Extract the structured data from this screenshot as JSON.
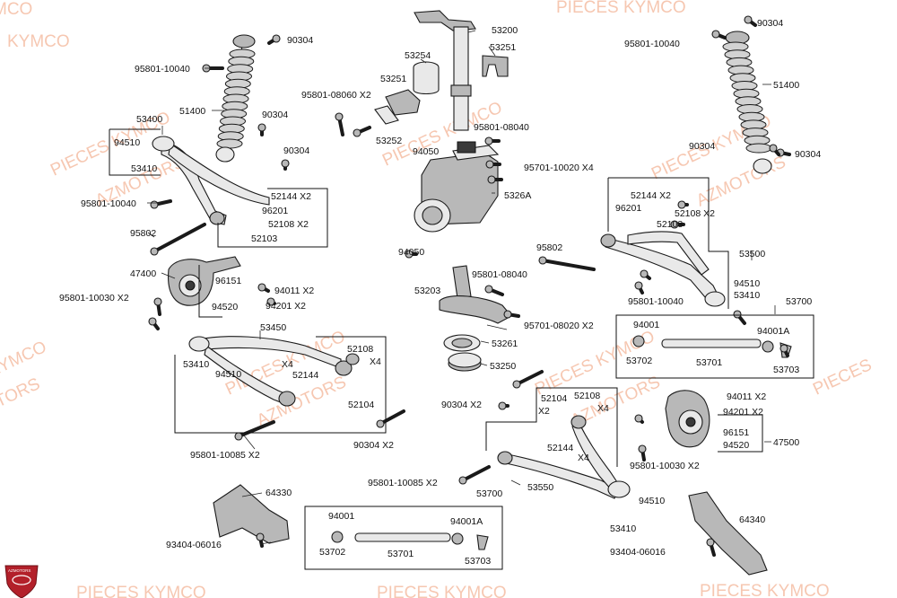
{
  "watermarks": {
    "kymco": "PIECES KYMCO",
    "azmotors": "AZMOTORS",
    "partial_kymco": "KYMCO",
    "partial_pieces": "PIECES",
    "partial_mco": "MCO",
    "partial_otors": "OTORS",
    "logo_caption": "AZMOTORS"
  },
  "labels": {
    "p90304_tl": "90304",
    "p95801_10040_tl": "95801-10040",
    "p51400_l": "51400",
    "p90304_l2": "90304",
    "p90304_l3": "90304",
    "p53400": "53400",
    "p94510_l": "94510",
    "p53410_l": "53410",
    "p95801_10040_l": "95801-10040",
    "p52144_l": "52144  X2",
    "p96201_l": "96201",
    "p52108_l": "52108  X2",
    "p52103_l": "52103",
    "p95802_l": "95802",
    "p47400": "47400",
    "p96151_l": "96151",
    "p94520_l": "94520",
    "p95801_10030_l": "95801-10030 X2",
    "p94011_l": "94011  X2",
    "p94201_l": "94201  X2",
    "p53450": "53450",
    "p53410_l2": "53410",
    "p94510_l2": "94510",
    "p52108_l2": "52108",
    "p_x4_a": "X4",
    "p_x4_b": "X4",
    "p52144_l2": "52144",
    "p52104_l": "52104",
    "p90304_l4": "90304  X2",
    "p95801_10085_l": "95801-10085 X2",
    "p64330": "64330",
    "p93404_l": "93404-06016",
    "p53200": "53200",
    "p53254": "53254",
    "p53251_a": "53251",
    "p53251_b": "53251",
    "p95801_08060": "95801-08060 X2",
    "p53252": "53252",
    "p95801_08040_a": "95801-08040",
    "p94050_a": "94050",
    "p95701_10020": "95701-10020 X4",
    "p5326a": "5326A",
    "p94050_b": "94050",
    "p95801_08040_b": "95801-08040",
    "p53203": "53203",
    "p95701_08020": "95701-08020 X2",
    "p53261": "53261",
    "p53250": "53250",
    "p90304_m": "90304  X2",
    "p52104_r": "52104",
    "p52108_r": "52108",
    "p_x2_r": "X2",
    "p_x4_r": "X4",
    "p52144_r": "52144",
    "p_x4_r2": "X4",
    "p53550": "53550",
    "p95801_10085_m": "95801-10085 X2",
    "p53700_m": "53700",
    "p94001_m": "94001",
    "p94001a_m": "94001A",
    "p53702_m": "53702",
    "p53701_m": "53701",
    "p53703_m": "53703",
    "p94510_m": "94510",
    "p53410_m": "53410",
    "p93404_r": "93404-06016",
    "p64340": "64340",
    "p90304_tr": "90304",
    "p95801_10040_tr": "95801-10040",
    "p51400_r": "51400",
    "p90304_r2": "90304",
    "p90304_r3": "90304",
    "p52144_r2": "52144  X2",
    "p96201_r": "96201",
    "p52108_r2": "52108  X2",
    "p52103_r": "52103",
    "p95802_r": "95802",
    "p53500": "53500",
    "p94510_r": "94510",
    "p53410_r": "53410",
    "p95801_10040_r": "95801-10040",
    "p53700_r": "53700",
    "p94001_r": "94001",
    "p94001a_r": "94001A",
    "p53702_r": "53702",
    "p53701_r": "53701",
    "p53703_r": "53703",
    "p94011_r": "94011  X2",
    "p94201_r": "94201  X2",
    "p96151_r": "96151",
    "p94520_r": "94520",
    "p47500": "47500",
    "p95801_10030_r": "95801-10030 X2"
  }
}
